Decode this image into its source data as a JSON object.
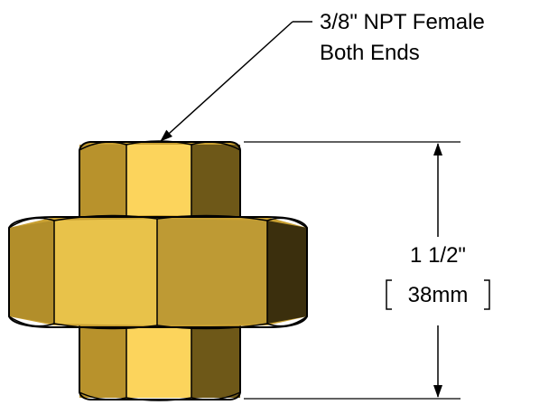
{
  "callout": {
    "line1": "3/8\" NPT Female",
    "line2": "Both Ends"
  },
  "dimension": {
    "imperial": "1 1/2\"",
    "metric": "38mm"
  },
  "colors": {
    "brass_light": "#FCD45C",
    "brass_mid": "#E8C24A",
    "brass": "#C9A032",
    "brass_dark": "#B28E2A",
    "brass_shadow": "#6E5818",
    "brass_deep": "#3B2F0D",
    "outline": "#000000"
  }
}
